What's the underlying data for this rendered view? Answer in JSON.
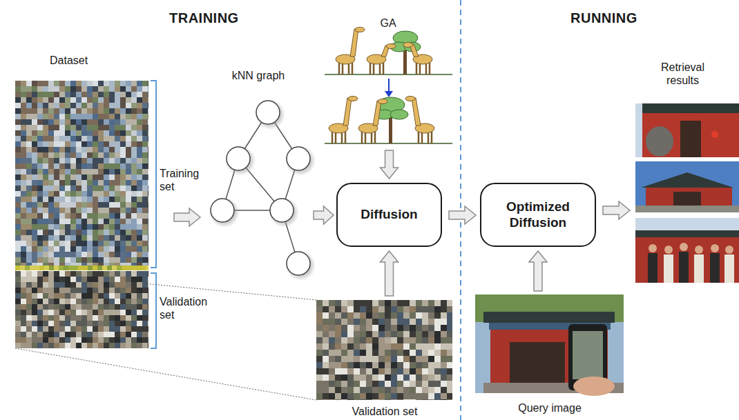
{
  "diagram": {
    "nodes": [
      {
        "text": [
          "Dataset"
        ]
      },
      {
        "text": [
          "kNN graph"
        ]
      },
      {
        "text": [
          "GA"
        ]
      },
      {
        "text": [
          "Diffusion"
        ]
      },
      {
        "text": [
          "Validation set"
        ]
      },
      {
        "text": [
          "Optimized Diffusion"
        ]
      },
      {
        "text": [
          "Query image"
        ]
      },
      {
        "text": [
          "Retrieval results"
        ]
      }
    ],
    "edges": [
      {
        "from": 0,
        "to": 1,
        "arrow": "to"
      },
      {
        "from": 1,
        "to": 3,
        "arrow": "to"
      },
      {
        "from": 2,
        "to": 3,
        "arrow": "to"
      },
      {
        "from": 4,
        "to": 3,
        "arrow": "to"
      },
      {
        "from": 3,
        "to": 5,
        "arrow": "to"
      },
      {
        "from": 6,
        "to": 5,
        "arrow": "to"
      },
      {
        "from": 5,
        "to": 7,
        "arrow": "to"
      }
    ],
    "labels": [
      "TRAINING",
      "RUNNING",
      "Training set",
      "Validation set"
    ]
  }
}
